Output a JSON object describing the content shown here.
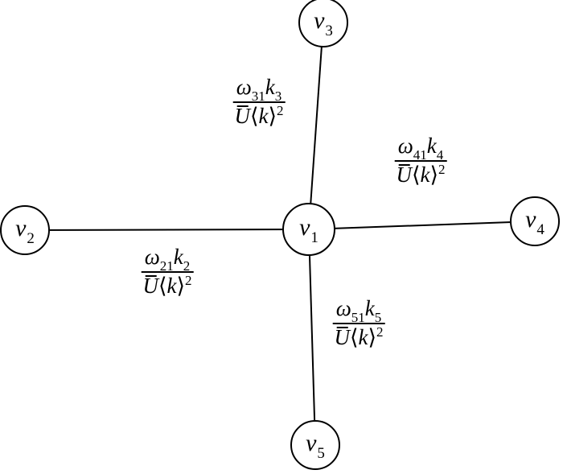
{
  "diagram": {
    "type": "star-network",
    "center_node": "v1",
    "nodes": [
      {
        "id": "v1",
        "symbol": "v",
        "subscript": "1"
      },
      {
        "id": "v2",
        "symbol": "v",
        "subscript": "2"
      },
      {
        "id": "v3",
        "symbol": "v",
        "subscript": "3"
      },
      {
        "id": "v4",
        "symbol": "v",
        "subscript": "4"
      },
      {
        "id": "v5",
        "symbol": "v",
        "subscript": "5"
      }
    ],
    "edges": [
      {
        "from": "v1",
        "to": "v3",
        "weight": {
          "omega": "ω",
          "omega_sub": "31",
          "k": "k",
          "k_sub": "3",
          "U": "U",
          "left_angle": "⟨",
          "right_angle": "⟩",
          "k_den": "k",
          "power": "2"
        }
      },
      {
        "from": "v1",
        "to": "v4",
        "weight": {
          "omega": "ω",
          "omega_sub": "41",
          "k": "k",
          "k_sub": "4",
          "U": "U",
          "left_angle": "⟨",
          "right_angle": "⟩",
          "k_den": "k",
          "power": "2"
        }
      },
      {
        "from": "v1",
        "to": "v2",
        "weight": {
          "omega": "ω",
          "omega_sub": "21",
          "k": "k",
          "k_sub": "2",
          "U": "U",
          "left_angle": "⟨",
          "right_angle": "⟩",
          "k_den": "k",
          "power": "2"
        }
      },
      {
        "from": "v1",
        "to": "v5",
        "weight": {
          "omega": "ω",
          "omega_sub": "51",
          "k": "k",
          "k_sub": "5",
          "U": "U",
          "left_angle": "⟨",
          "right_angle": "⟩",
          "k_den": "k",
          "power": "2"
        }
      }
    ]
  }
}
